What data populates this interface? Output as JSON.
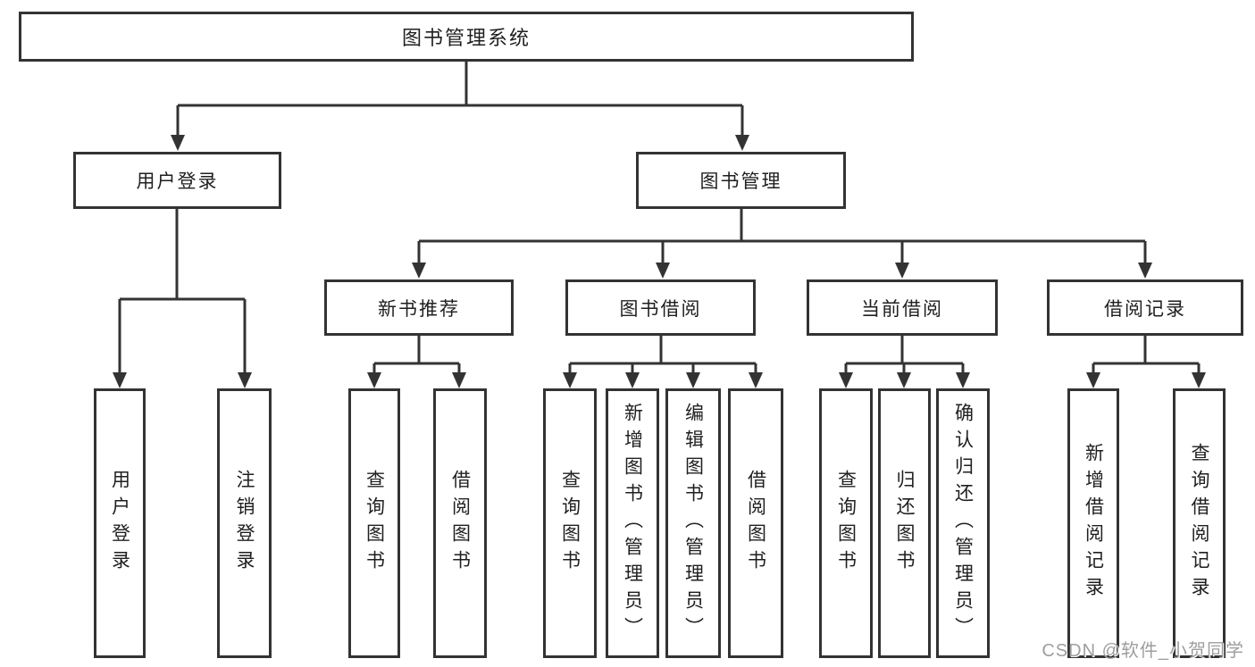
{
  "diagram": {
    "root": "图书管理系统",
    "branches": {
      "user_login": "用户登录",
      "book_management": "图书管理"
    },
    "modules": {
      "new_book_recommend": "新书推荐",
      "book_borrow": "图书借阅",
      "current_borrow": "当前借阅",
      "borrow_records": "借阅记录"
    },
    "leaves": {
      "user_login": "用户登录",
      "logout": "注销登录",
      "recommend_query_books": "查询图书",
      "recommend_borrow_books": "借阅图书",
      "borrow_query_books": "查询图书",
      "borrow_add_books_admin": "新增图书（管理员）",
      "borrow_edit_books_admin": "编辑图书（管理员）",
      "borrow_borrow_books": "借阅图书",
      "current_query_books": "查询图书",
      "current_return_books": "归还图书",
      "current_confirm_return_admin": "确认归还（管理员）",
      "records_add_record": "新增借阅记录",
      "records_query_record": "查询借阅记录"
    }
  },
  "watermark": "CSDN @软件_小贺同学",
  "colors": {
    "line": "#333333",
    "text": "#1f1f1f",
    "watermark_text": "#9e9e9e",
    "background": "#ffffff"
  }
}
